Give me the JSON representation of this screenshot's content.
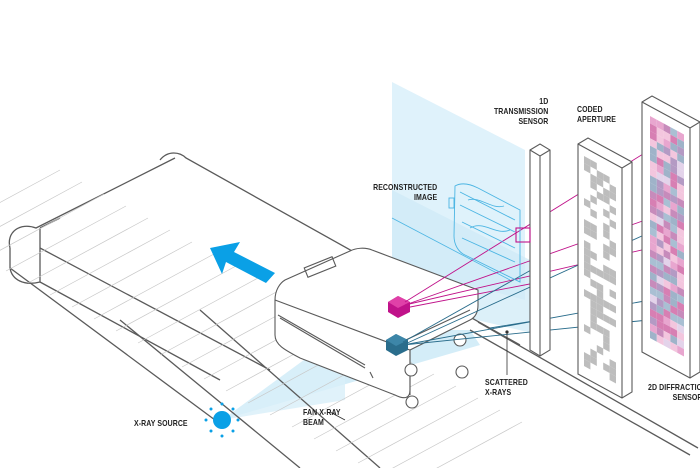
{
  "diagram": {
    "title": "Coded aperture X-ray baggage scanner",
    "colors": {
      "outline": "#5a5a5a",
      "belt_lines": "#c8c8c8",
      "beam_fill": "#cdeaf7",
      "arrow": "#0aa0e6",
      "source": "#0aa0e6",
      "magenta": "#c0128a",
      "teal": "#2a6d8c",
      "recon_image": "#4bb5e3",
      "aperture_gray": "#bdbdbd"
    },
    "labels": {
      "transmission_sensor": [
        "1D",
        "TRANSMISSION",
        "SENSOR"
      ],
      "coded_aperture": [
        "CODED",
        "APERTURE"
      ],
      "reconstructed_image": [
        "RECONSTRUCTED",
        "IMAGE"
      ],
      "xray_source": [
        "X-RAY SOURCE"
      ],
      "fan_beam": [
        "FAN X-RAY",
        "BEAM"
      ],
      "scattered_xrays": [
        "SCATTERED",
        "X-RAYS"
      ],
      "diffraction_sensor": [
        "2D DIFFRACTION",
        "SENSOR"
      ]
    },
    "components": [
      {
        "name": "conveyor-belt"
      },
      {
        "name": "direction-arrow",
        "direction": "away from viewer (up-left)"
      },
      {
        "name": "suitcase"
      },
      {
        "name": "xray-source"
      },
      {
        "name": "fan-xray-beam"
      },
      {
        "name": "object-magenta",
        "color": "magenta"
      },
      {
        "name": "object-teal",
        "color": "teal"
      },
      {
        "name": "reconstructed-image"
      },
      {
        "name": "transmission-sensor"
      },
      {
        "name": "coded-aperture"
      },
      {
        "name": "diffraction-sensor"
      }
    ]
  }
}
